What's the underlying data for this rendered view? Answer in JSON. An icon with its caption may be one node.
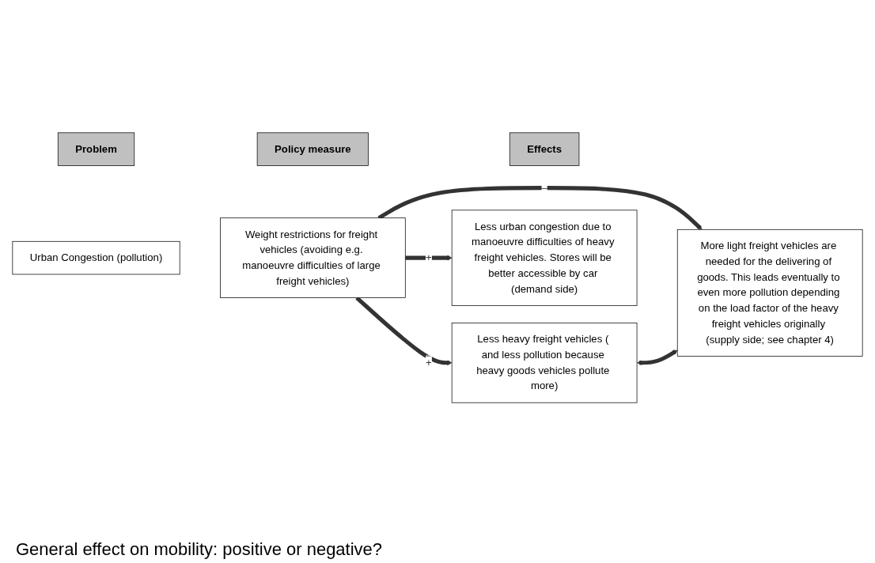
{
  "diagram": {
    "nodes": [
      {
        "text": [
          "Problem"
        ]
      },
      {
        "text": [
          "Policy measure"
        ]
      },
      {
        "text": [
          "Effects"
        ]
      },
      {
        "text": [
          "Urban Congestion (pollution)"
        ]
      },
      {
        "text": [
          "Weight restrictions for freight vehicles (avoiding e.g. manoeuvre difficulties of large freight vehicles)"
        ]
      },
      {
        "text": [
          "Less heavy freight vehicles ( and less pollution because heavy goods vehicles pollute more)"
        ]
      },
      {
        "text": [
          "More light freight vehicles are needed for the delivering of goods. This leads eventually to even more pollution depending on the load factor of the heavy freight vehicles originally (supply side; see chapter 4)"
        ]
      },
      {
        "text": [
          "Less urban congestion due to manoeuvre difficulties of heavy freight vehicles. Stores will be better accessible by car (demand side)"
        ]
      }
    ],
    "edges": [
      {
        "from": 4,
        "to": 5,
        "arrow": "to",
        "label": "+"
      },
      {
        "from": 4,
        "to": 6,
        "arrow": "to",
        "label": "–"
      },
      {
        "from": 4,
        "to": 7,
        "arrow": "to",
        "label": "+"
      },
      {
        "from": 5,
        "to": 6,
        "arrow": "both"
      }
    ],
    "labels": [
      "General effect on mobility: positive or negative?"
    ]
  }
}
